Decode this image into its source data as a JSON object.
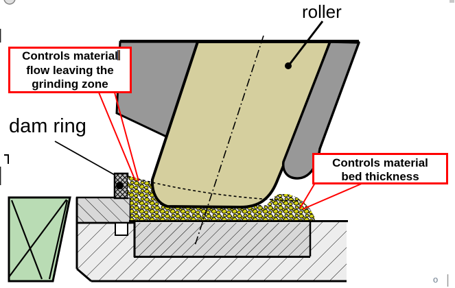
{
  "diagram": {
    "labels": {
      "roller": "roller",
      "dam_ring": "dam ring"
    },
    "callout_flow": {
      "lines": [
        "Controls material",
        "flow leaving the",
        "grinding zone"
      ]
    },
    "callout_bed": {
      "lines": [
        "Controls material",
        "bed thickness"
      ]
    },
    "colors": {
      "callout_border": "#ff0000",
      "leader_red": "#ff0000",
      "roller_fill": "#d5cf9e",
      "steel_gray": "#989898",
      "pebble_yellow": "#d4d21a",
      "casing_green": "#b9dcb4",
      "liner_gray": "#d8d8d8",
      "base_gray": "#ededed",
      "dam_ring_gray": "#c2c2c2"
    },
    "artifacts": {
      "corner_glyph": "o"
    }
  }
}
